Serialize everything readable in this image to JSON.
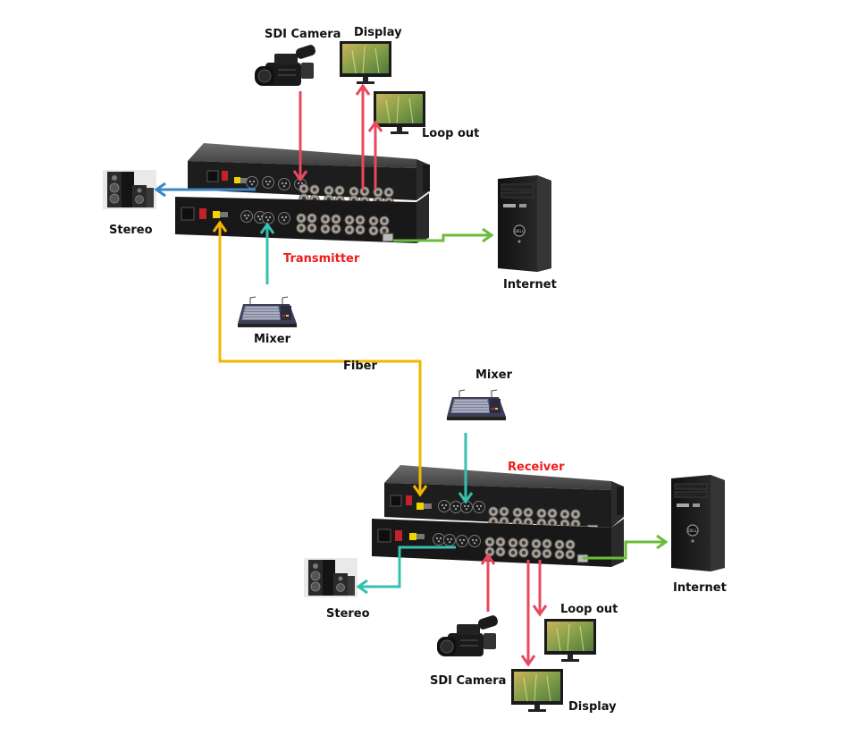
{
  "colors": {
    "video": "#e8495f",
    "audio_out": "#3a86c8",
    "audio_in": "#35c0b0",
    "fiber": "#f2b600",
    "ethernet": "#6dbb3a",
    "device_label": "#ee1c1c"
  },
  "transmitter": {
    "title": "Transmitter",
    "sdi_camera": "SDI Camera",
    "display": "Display",
    "loop_out": "Loop out",
    "stereo": "Stereo",
    "mixer": "Mixer",
    "internet": "Internet"
  },
  "link": {
    "fiber": "Fiber"
  },
  "receiver": {
    "title": "Receiver",
    "mixer": "Mixer",
    "internet": "Internet",
    "stereo": "Stereo",
    "loop_out": "Loop out",
    "sdi_camera": "SDI Camera",
    "display": "Display"
  }
}
